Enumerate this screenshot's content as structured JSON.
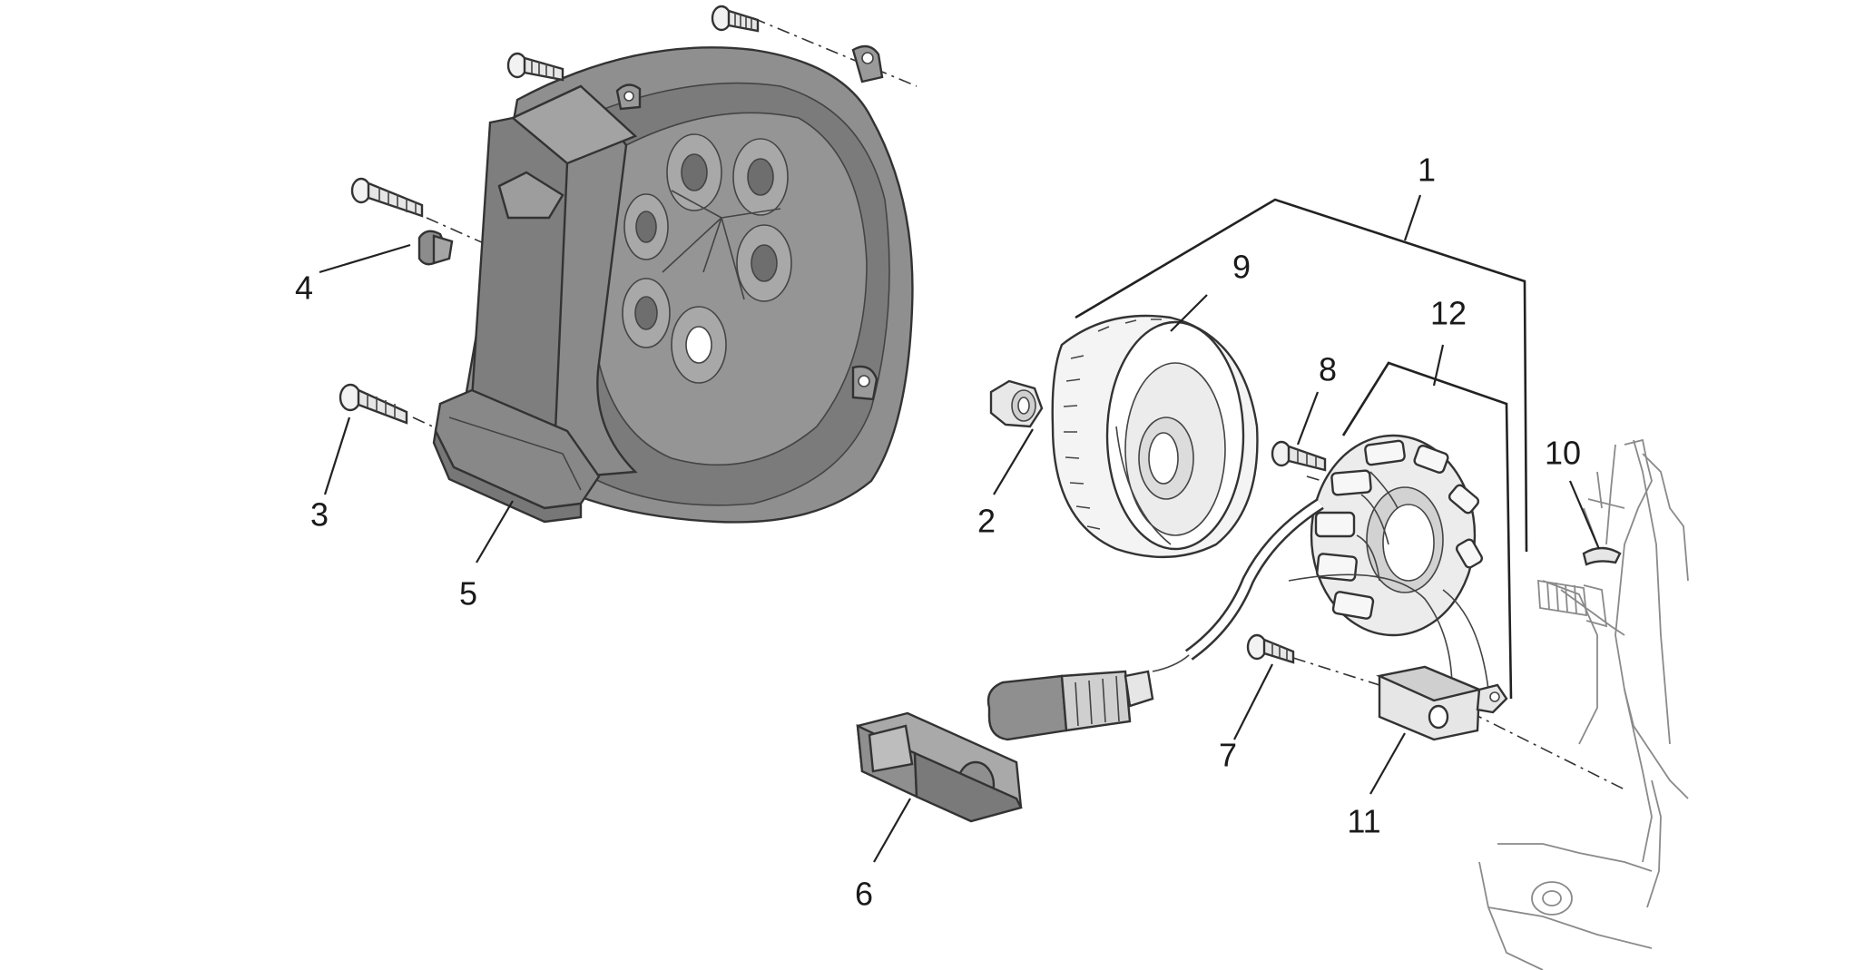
{
  "parts": [
    {
      "id": "1",
      "label": "1"
    },
    {
      "id": "2",
      "label": "2"
    },
    {
      "id": "3",
      "label": "3"
    },
    {
      "id": "4",
      "label": "4"
    },
    {
      "id": "5",
      "label": "5"
    },
    {
      "id": "6",
      "label": "6"
    },
    {
      "id": "7",
      "label": "7"
    },
    {
      "id": "8",
      "label": "8"
    },
    {
      "id": "9",
      "label": "9"
    },
    {
      "id": "10",
      "label": "10"
    },
    {
      "id": "11",
      "label": "11"
    },
    {
      "id": "12",
      "label": "12"
    }
  ],
  "colors": {
    "cover_fill": "#8f8f8f",
    "cover_dark": "#6e6e6e",
    "cover_light": "#a8a8a8",
    "line": "#222222",
    "ghost": "#8a8a8a",
    "background": "#ffffff"
  }
}
